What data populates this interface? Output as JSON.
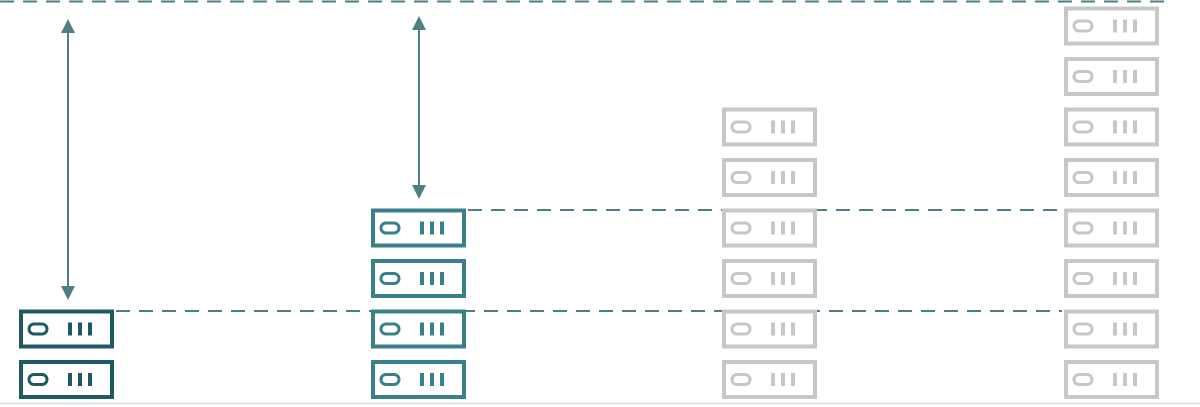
{
  "diagram": {
    "colors": {
      "dark_teal": "#1f5a63",
      "teal": "#3a8088",
      "ghost": "#c7c7c7",
      "line": "#4e7f85",
      "bottom_rule": "#d7e7e9"
    },
    "icons": {
      "server": "server-unit-icon",
      "arrow": "double-arrow"
    },
    "stacks": [
      {
        "name": "stack-1",
        "servers": 2,
        "style": "dark_teal"
      },
      {
        "name": "stack-2",
        "servers": 4,
        "style": "teal"
      },
      {
        "name": "stack-3",
        "servers": 6,
        "style": "ghost"
      },
      {
        "name": "stack-4",
        "servers": 8,
        "style": "ghost"
      }
    ]
  }
}
